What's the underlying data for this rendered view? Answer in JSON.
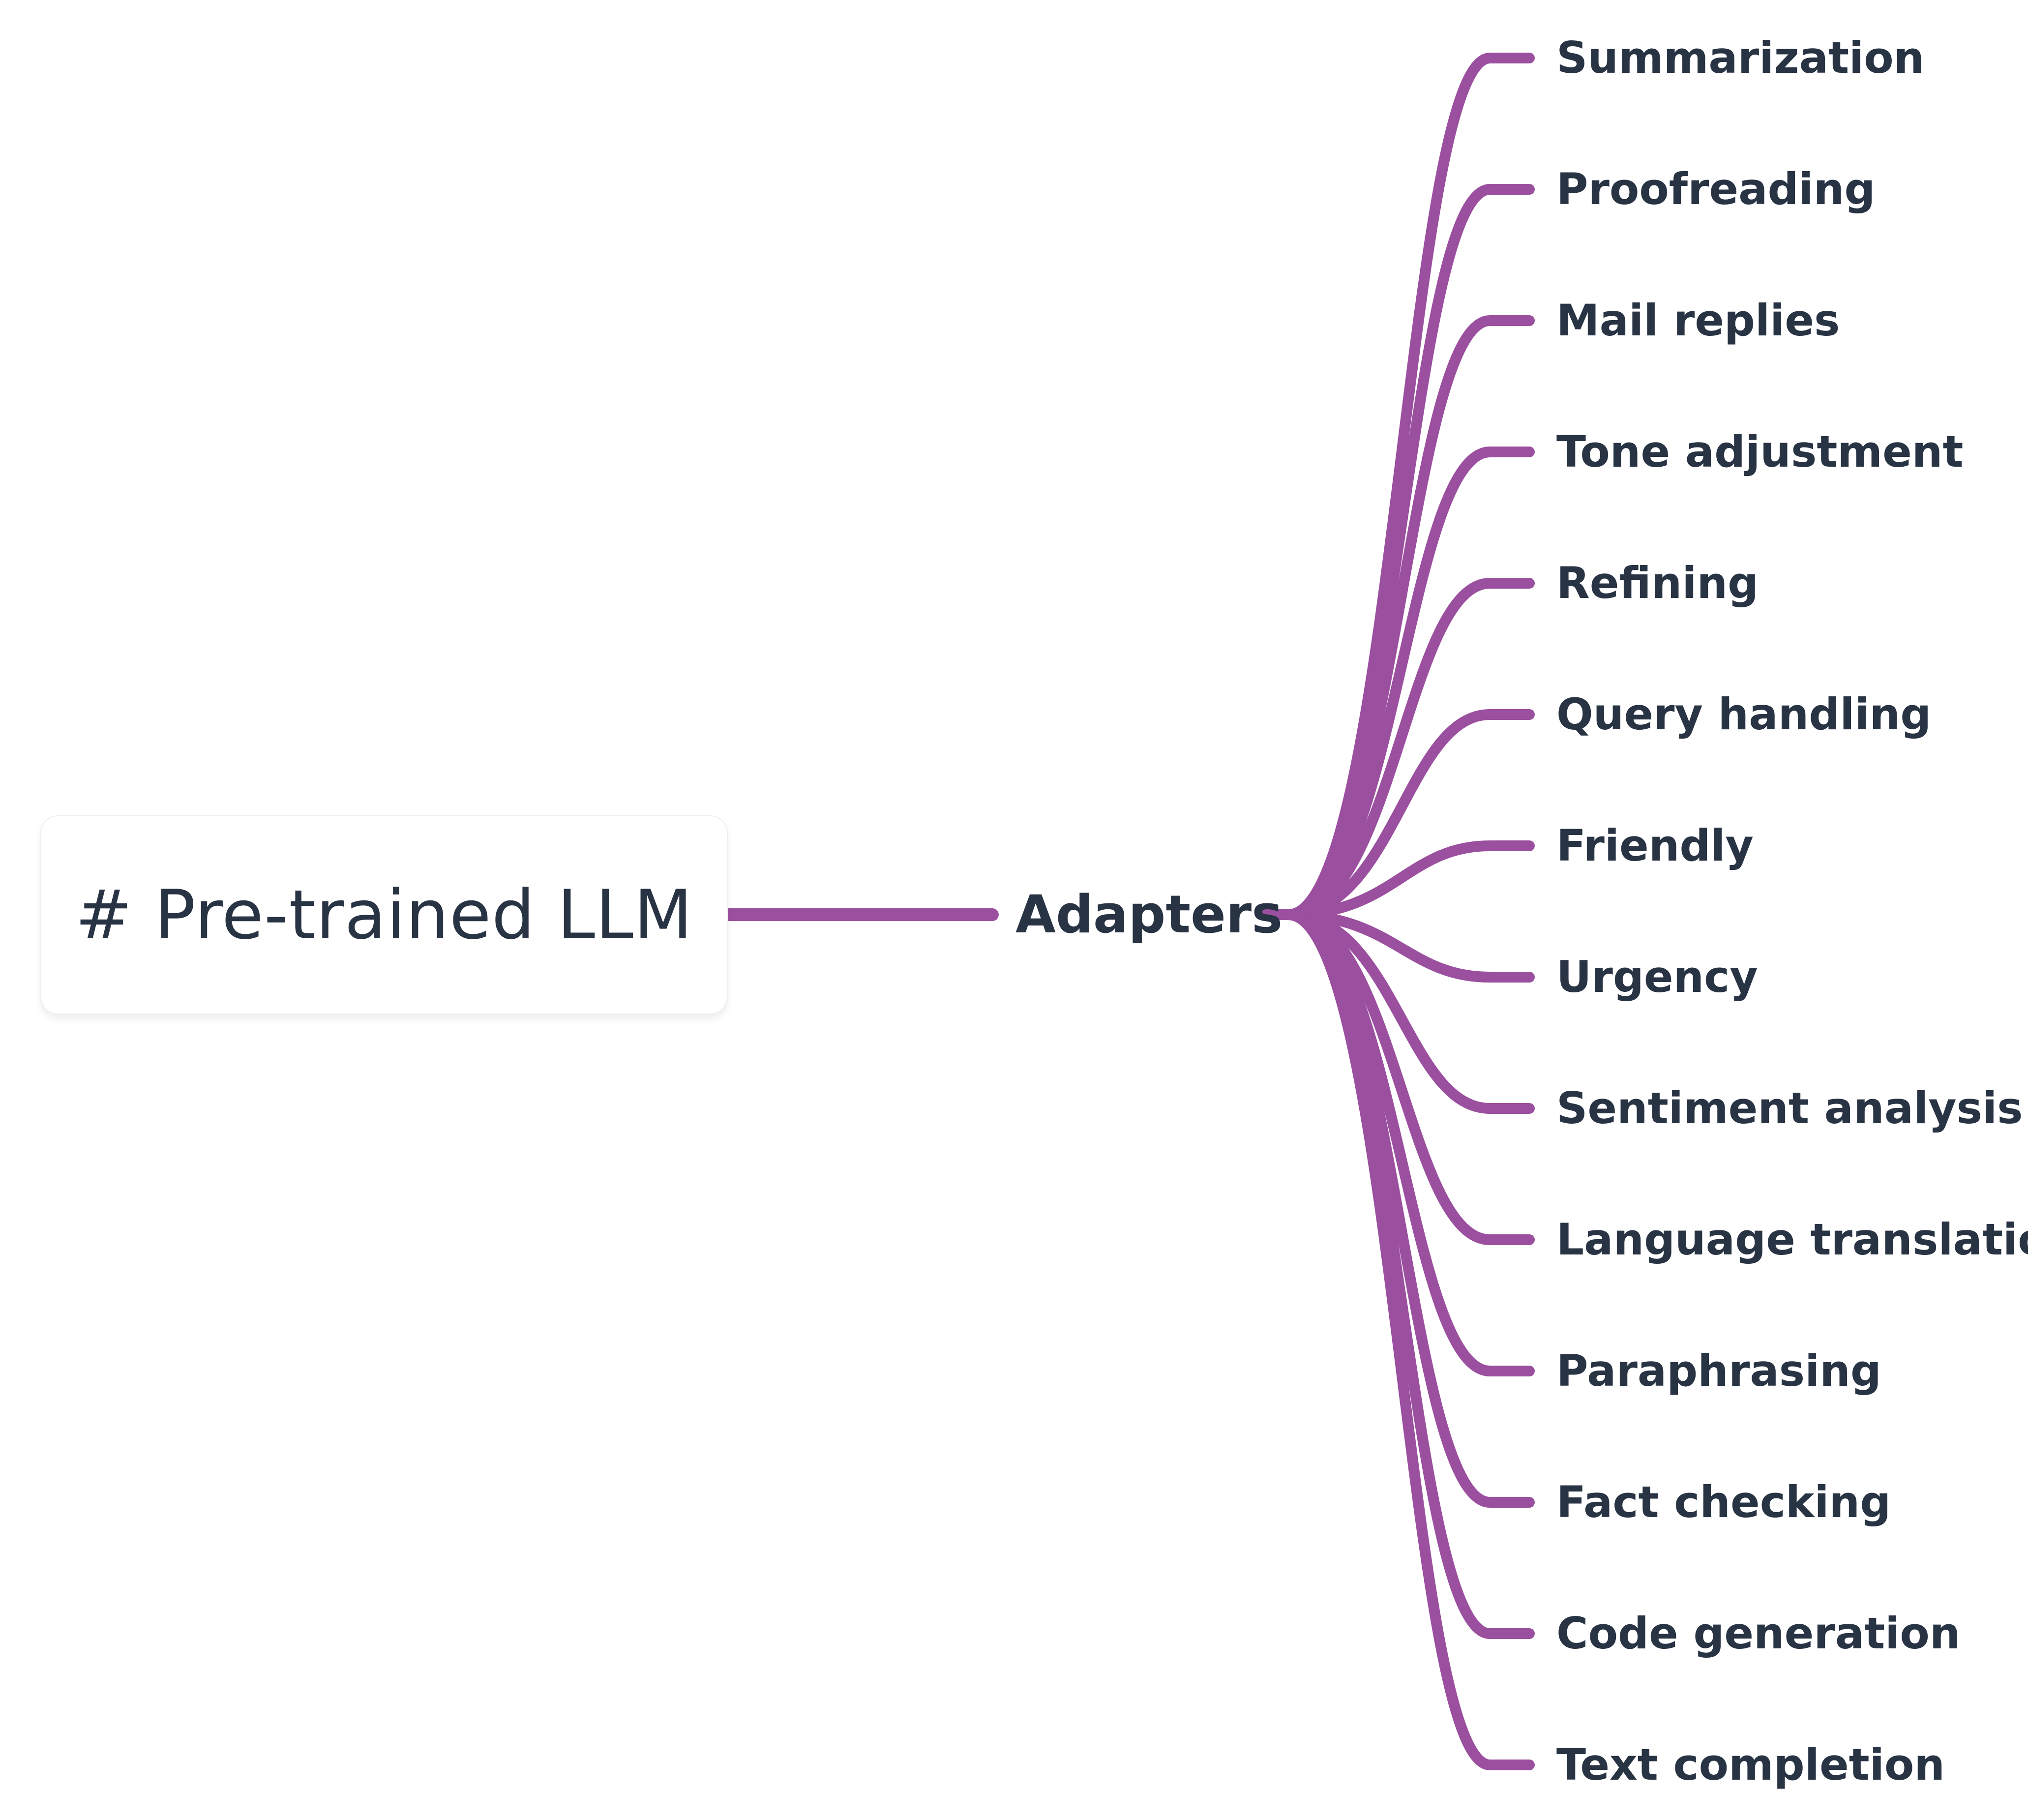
{
  "root": {
    "label": "# Pre-trained LLM"
  },
  "branch": {
    "label": "Adapters"
  },
  "leaves": [
    "Summarization",
    "Proofreading",
    "Mail replies",
    "Tone adjustment",
    "Refining",
    "Query handling",
    "Friendly",
    "Urgency",
    "Sentiment analysis",
    "Language translation",
    "Paraphrasing",
    "Fact checking",
    "Code generation",
    "Text completion"
  ],
  "colors": {
    "connector": "#9b4f9f",
    "text": "#283344",
    "card_border": "#eceef3"
  }
}
